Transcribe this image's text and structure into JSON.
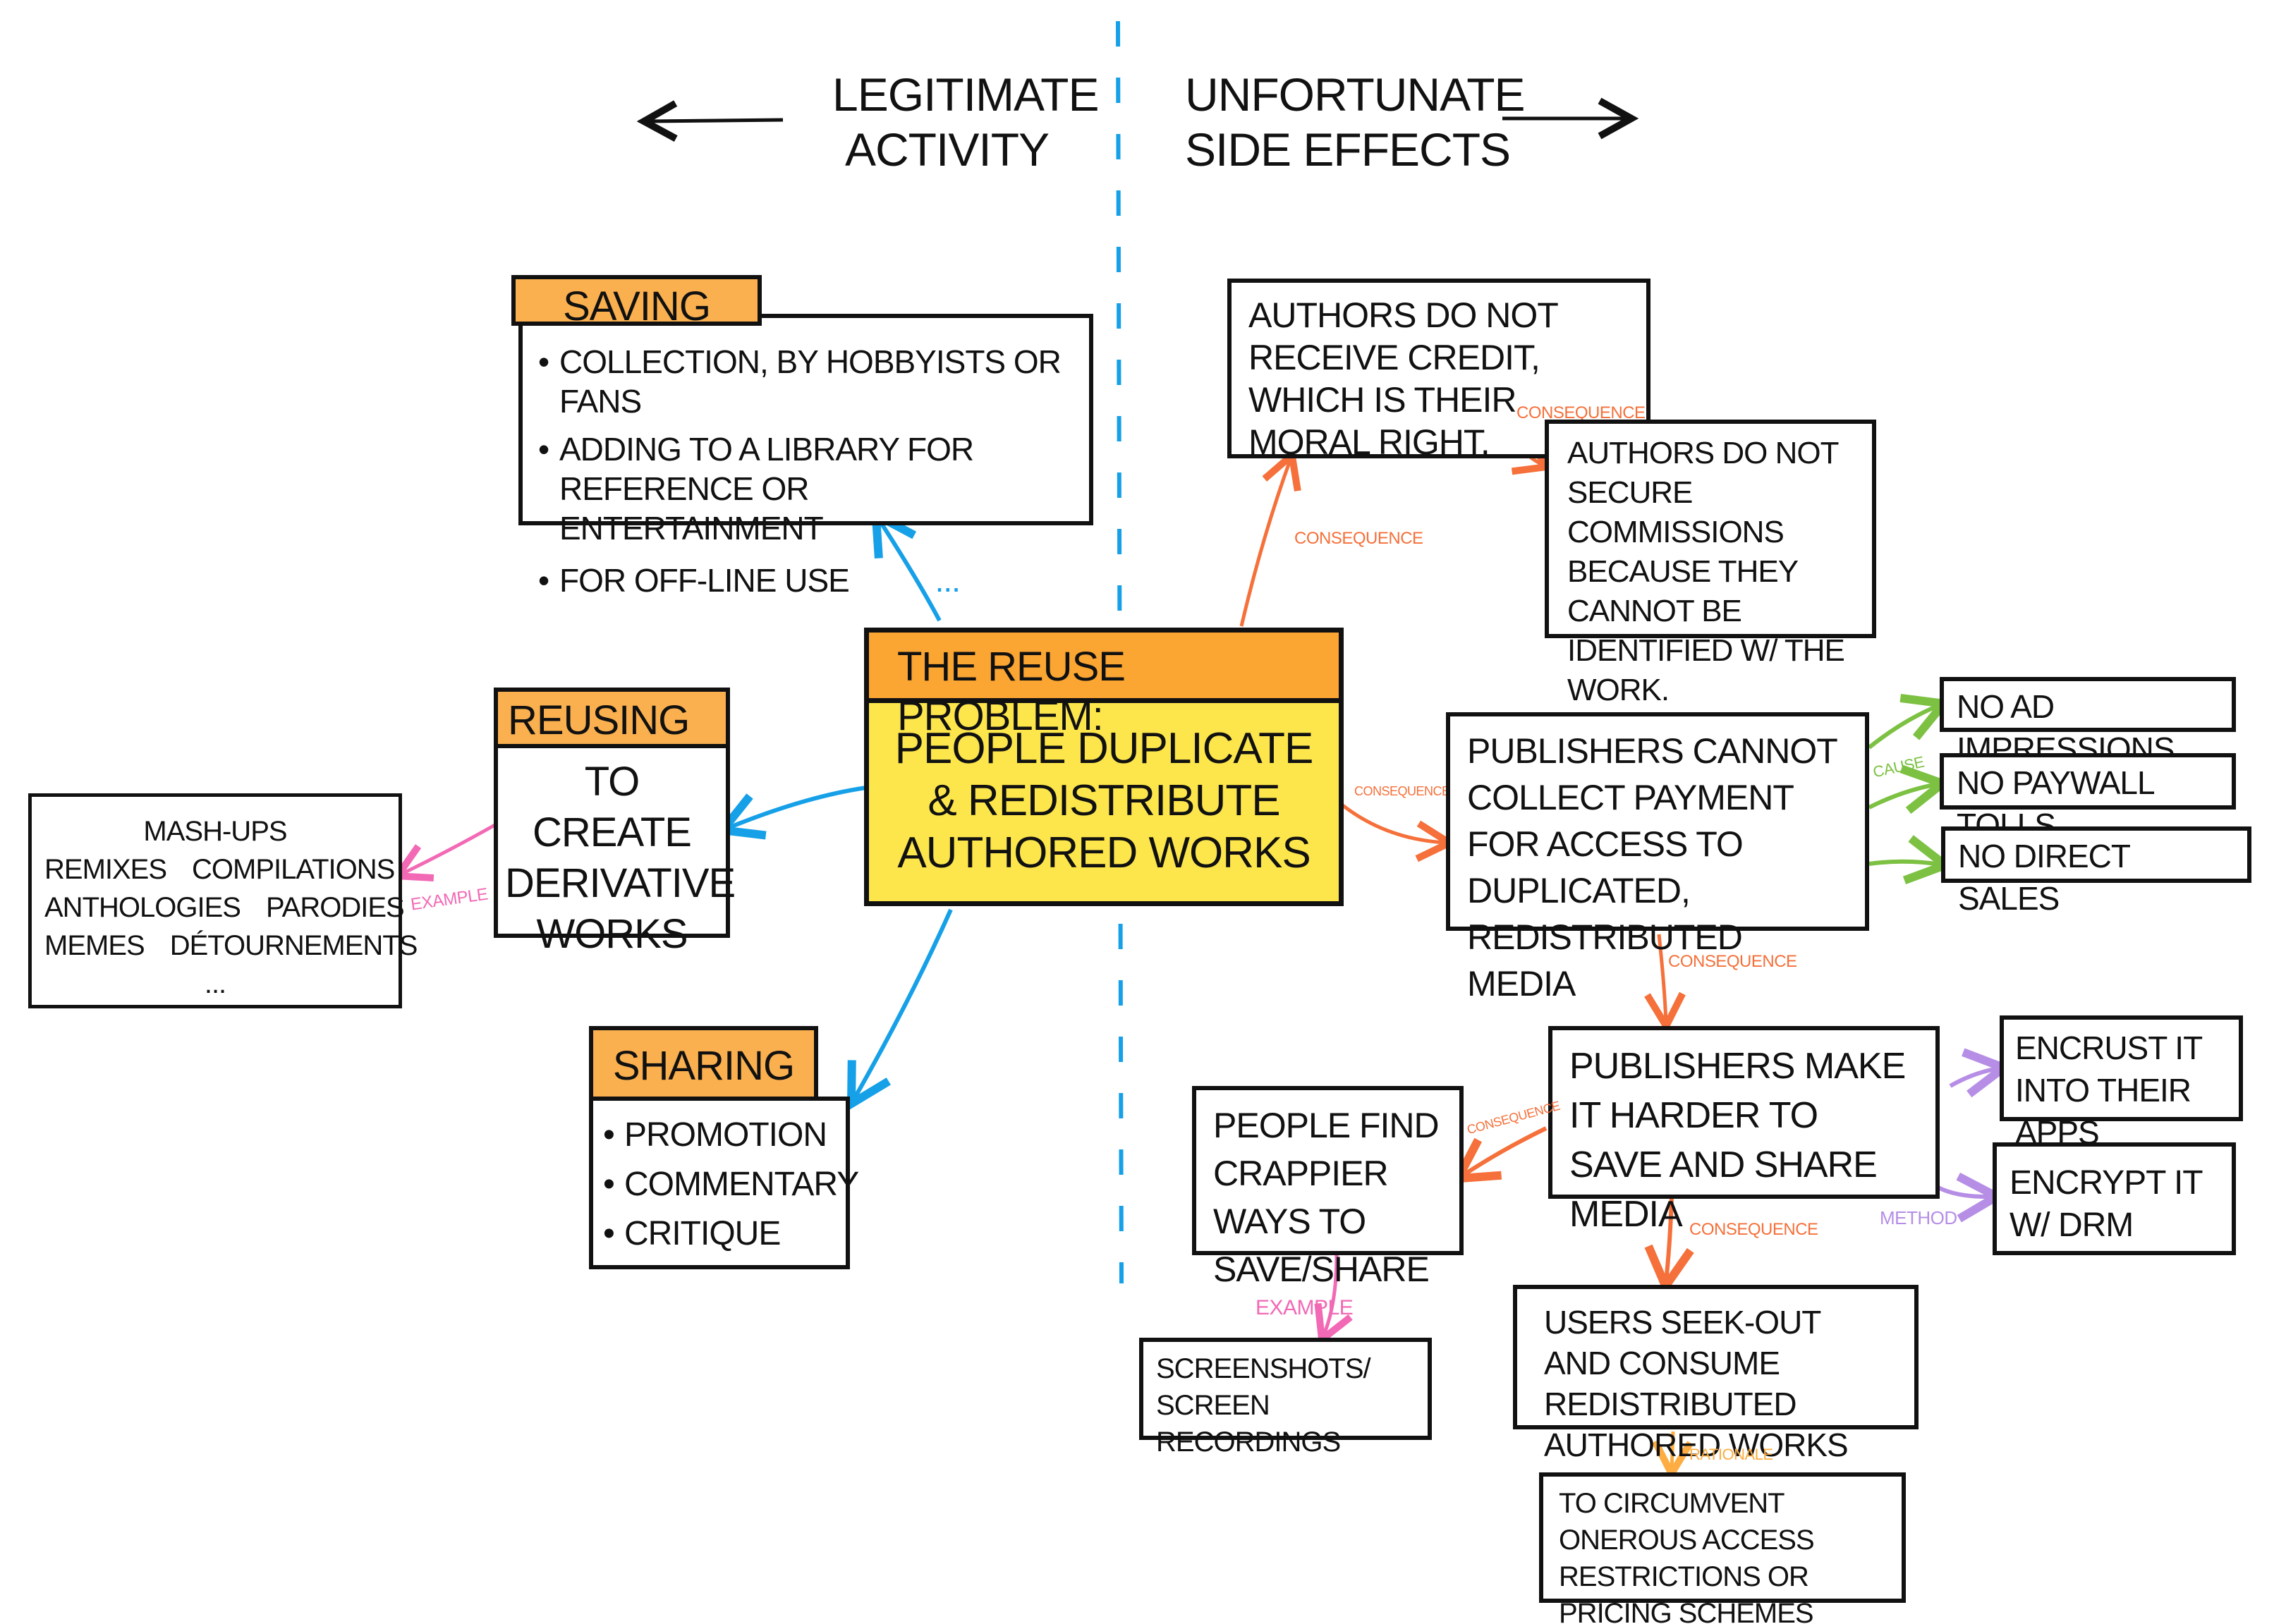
{
  "diagram": {
    "headings": {
      "left": {
        "line1": "Legitimate",
        "line2": "Activity",
        "arrow": "left-arrow"
      },
      "right": {
        "line1": "Unfortunate",
        "line2": "Side Effects",
        "arrow": "right-arrow"
      }
    },
    "colors": {
      "header_orange": "#fbb04f",
      "center_header_orange": "#fba532",
      "center_yellow": "#fde64b",
      "divider_blue": "#16a0e8",
      "consequence_orange": "#f5703a",
      "cause_green": "#7cc142",
      "example_pink": "#f269b5",
      "method_purple": "#b68ee6",
      "rationale_amber": "#fdad42",
      "ink": "#111111"
    },
    "center": {
      "title": "The Reuse Problem:",
      "body": "People duplicate & redistribute authored works"
    },
    "legitimate": {
      "saving": {
        "title": "Saving",
        "items": [
          "Collection, by hobbyists or fans",
          "Adding to a library for reference or entertainment",
          "For off-line use"
        ],
        "ellipsis": "..."
      },
      "reusing": {
        "title": "Reusing",
        "body": "To create derivative works",
        "example_label": "Example",
        "examples": {
          "row1": [
            "Mash-ups"
          ],
          "row2": [
            "Remixes",
            "Compilations"
          ],
          "row3": [
            "Anthologies",
            "Parodies"
          ],
          "row4": [
            "Memes",
            "Détournements"
          ],
          "row5": [
            "..."
          ]
        }
      },
      "sharing": {
        "title": "Sharing",
        "items": [
          "Promotion",
          "Commentary",
          "Critique"
        ]
      }
    },
    "side_effects": {
      "credit": "Authors do not receive credit, which is their moral right.",
      "credit_label": "Consequence",
      "commissions": "Authors do not secure commissions because they cannot be identified w/ the work.",
      "commissions_label": "Consequence",
      "payment": "Publishers cannot collect payment for access to duplicated, redistributed media",
      "payment_label": "Consequence",
      "cause_label": "Cause",
      "causes": [
        "No ad impressions",
        "No paywall tolls",
        "No direct sales"
      ],
      "harder": "Publishers make it harder to save and share media",
      "harder_label": "Consequence",
      "method_label": "Method",
      "methods": [
        "Encrust it into their apps",
        "Encrypt it w/ DRM"
      ],
      "crappier": "People find crappier ways to save/share",
      "crappier_label": "Consequence",
      "crappier_example_label": "Example",
      "crappier_example_line1": "Screenshots/",
      "crappier_example_line2": "Screen recordings",
      "users": "Users seek-out and consume redistributed authored works",
      "users_label": "Consequence",
      "rationale_label": "Rationale",
      "rationale": "To circumvent onerous access restrictions or pricing schemes"
    }
  }
}
